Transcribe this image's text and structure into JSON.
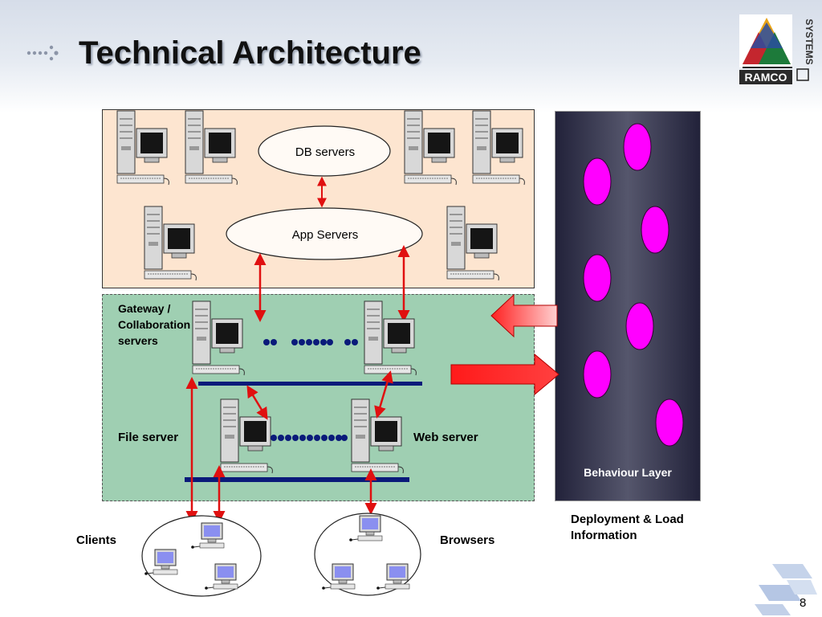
{
  "slide": {
    "title": "Technical Architecture",
    "page_number": "8",
    "logo": {
      "text": "RAMCO",
      "side_text": "SYSTEMS"
    }
  },
  "diagram": {
    "db_servers": "DB servers",
    "app_servers": "App Servers",
    "gateway_servers": [
      "Gateway /",
      "Collaboration",
      "servers"
    ],
    "file_server": "File server",
    "web_server": "Web server",
    "clients": "Clients",
    "browsers": "Browsers",
    "behaviour_layer": "Behaviour Layer",
    "deployment_info": [
      "Deployment & Load",
      "Information"
    ]
  },
  "colors": {
    "top_box": "#fde5d0",
    "middle_box": "#9fcfb2",
    "behaviour_panel": "#3b3c52",
    "node_fill": "#ff00ff",
    "connector": "#e01010",
    "bus": "#0a1a7a",
    "dot": "#0a1a7a"
  }
}
